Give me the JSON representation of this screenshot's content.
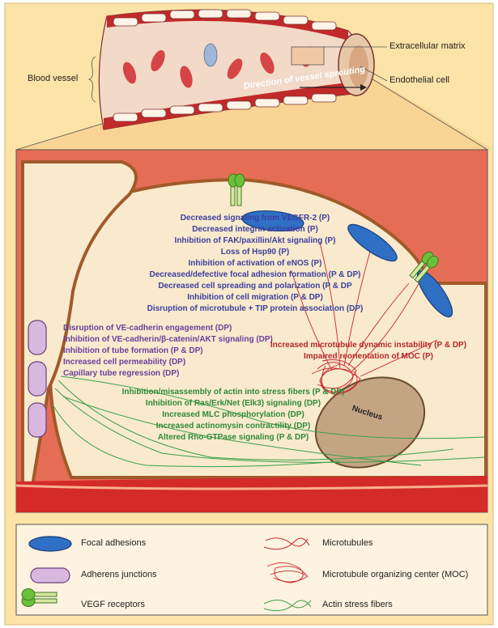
{
  "colors": {
    "background": "#fce3a8",
    "cell_interior": "#f9eacd",
    "extracellular": "#e66d55",
    "focal_adhesion": "#2f6fc4",
    "adherens": "#d9b8df",
    "vegf_receptor": "#6cbf3a",
    "microtubule": "#c8262c",
    "actin": "#3aa04a",
    "nucleus": "#bfa285"
  },
  "vessel": {
    "blood_vessel_label": "Blood vessel",
    "ecm_label": "Extracellular matrix",
    "endothelial_label": "Endothelial cell",
    "direction_label": "Direction of vessel sprouting"
  },
  "effects": {
    "blue": [
      "Decreased signaling from VEGFR-2 (P)",
      "Decreased integrin activation (P)",
      "Inhibition of FAK/paxillin/Akt signaling (P)",
      "Loss of Hsp90 (P)",
      "Inhibition of activation of eNOS (P)",
      "Decreased/defective focal adhesion formation (P & DP)",
      "Decreased cell spreading and polarization (P & DP",
      "Inhibition of cell migration (P & DP)",
      "Disruption of microtubule + TIP protein association (DP)"
    ],
    "purple": [
      "Disruption of VE-cadherin engagement (DP)",
      "Inhibition of VE-cadherin/β-catenin/AKT signaling (DP)",
      "Inhibition of tube formation (P & DP)",
      "Increased cell permeability (DP)",
      "Capillary tube regression (DP)"
    ],
    "red": [
      "Increased microtubule dynamic instability (P & DP)",
      "Impaired reorientation of MOC (P)"
    ],
    "green": [
      "Inhibition/misassembly of actin into stress fibers (P & DP)",
      "Inhibition of Ras/Erk/Net (Elk3) signaling (DP)",
      "Increased MLC phosphorylation (DP)",
      "Increased actinomysin contractility (DP)",
      "Altered Rho-GTPase signaling (P & DP)"
    ],
    "nucleus_label": "Nucleus"
  },
  "legend": {
    "focal_adhesions": "Focal adhesions",
    "adherens_junctions": "Adherens junctions",
    "vegf_receptors": "VEGF receptors",
    "microtubules": "Microtubules",
    "moc": "Microtubule organizing center (MOC)",
    "actin_fibers": "Actin stress fibers"
  }
}
